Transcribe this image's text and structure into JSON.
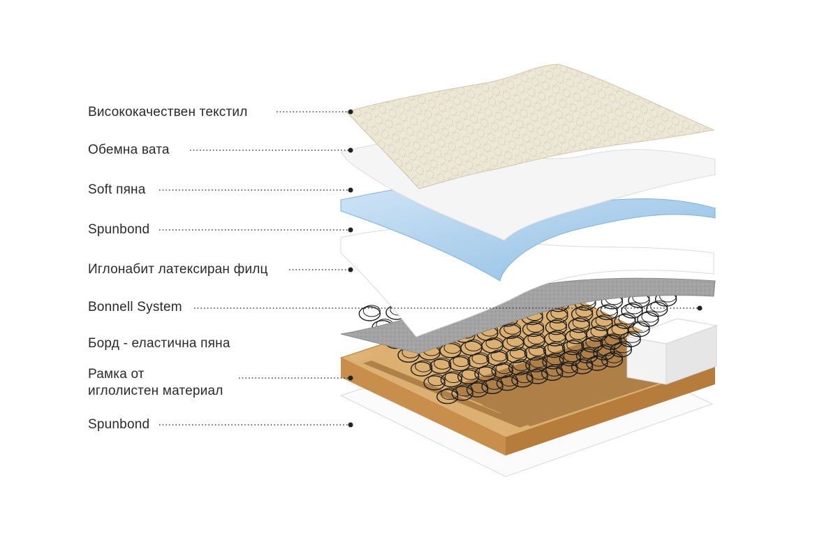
{
  "layers": [
    {
      "id": "textile",
      "lines": [
        "Висококачествен текстил"
      ]
    },
    {
      "id": "wadding",
      "lines": [
        "Обемна вата"
      ]
    },
    {
      "id": "soft-foam",
      "lines": [
        "Soft пяна"
      ]
    },
    {
      "id": "spunbond-top",
      "lines": [
        "Spunbond"
      ]
    },
    {
      "id": "felt",
      "lines": [
        "Иглонабит латексиран филц"
      ]
    },
    {
      "id": "bonnell",
      "lines": [
        "Bonnell System"
      ]
    },
    {
      "id": "border-foam",
      "lines": [
        "Борд - еластична пяна"
      ]
    },
    {
      "id": "frame",
      "lines": [
        "Рамка от",
        "иглолистен материал"
      ]
    },
    {
      "id": "spunbond-bottom",
      "lines": [
        "Spunbond"
      ]
    }
  ],
  "colors": {
    "textile": "#ece7d6",
    "wadding": "#f2f2f2",
    "foam": "#a9cdea",
    "spunbond": "#fafafa",
    "felt": "#9e9e9e",
    "wood": "#d4a060",
    "label": "#2a2a2a"
  }
}
